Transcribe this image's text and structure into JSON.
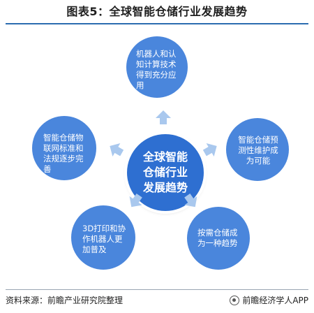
{
  "title": "图表5：全球智能仓储行业发展趋势",
  "center_text": "全球智能仓储行业发展趋势",
  "nodes": [
    {
      "text": "机器人和认知计算技术得到充分应用"
    },
    {
      "text": "智能仓储预测性维护成为可能"
    },
    {
      "text": "按需仓储成为一种趋势"
    },
    {
      "text": "3D打印和协作机器人更加普及"
    },
    {
      "text": "智能仓储物联网标准和法规逐步完善"
    }
  ],
  "footer": {
    "source": "资料来源：前瞻产业研究院整理",
    "brand": "前瞻经济学人APP"
  },
  "colors": {
    "node": "#4a86dc",
    "center": "#2e6fd1",
    "arrow": "#a9c8ee",
    "title_rule": "#2b6cb0"
  }
}
